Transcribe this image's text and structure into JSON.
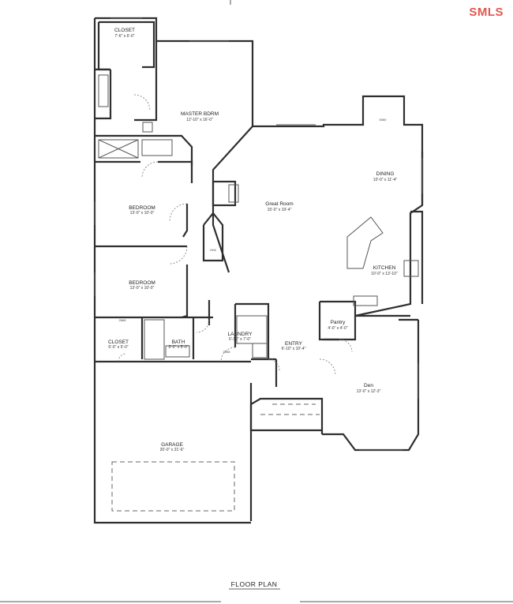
{
  "watermark": "SMLS",
  "title": "FLOOR PLAN",
  "rooms": {
    "closet_top": {
      "name": "CLOSET",
      "dims": "7'-6\" x 6'-0\""
    },
    "master": {
      "name": "MASTER BDRM",
      "dims": "12'-10\" x 16'-0\""
    },
    "bedroom1": {
      "name": "BEDROOM",
      "dims": "13'-0\" x 10'-0\""
    },
    "bedroom2": {
      "name": "BEDROOM",
      "dims": "13'-0\" x 10'-0\""
    },
    "great": {
      "name": "Great Room",
      "dims": "15'-0\" x 19'-4\""
    },
    "dining": {
      "name": "DINING",
      "dims": "10'-0\" x 11'-4\""
    },
    "kitchen": {
      "name": "KITCHEN",
      "dims": "10'-0\" x 13'-10\""
    },
    "pantry": {
      "name": "Pantry",
      "dims": "4'-0\" x 4'-0\""
    },
    "closet_bottom": {
      "name": "CLOSET",
      "dims": "6'-0\" x 5'-0\""
    },
    "bath": {
      "name": "BATH",
      "dims": "9'-0\" x 5'-0\""
    },
    "laundry": {
      "name": "LAUNDRY",
      "dims": "6'-10\" x 7'-0\""
    },
    "entry": {
      "name": "ENTRY",
      "dims": "6'-10\" x 10'-4\""
    },
    "den": {
      "name": "Den",
      "dims": "13'-0\" x 12'-3\""
    },
    "garage": {
      "name": "GARAGE",
      "dims": "20'-0\" x 21'-6\""
    }
  },
  "notes": {
    "hw": "H/W",
    "win_dining": "5060",
    "win_laundry": "3068",
    "win_closet": "2668"
  }
}
